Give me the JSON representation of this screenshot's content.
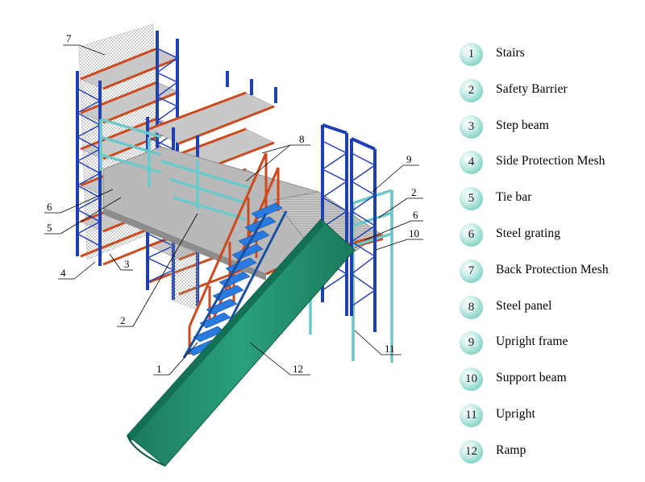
{
  "callouts": {
    "c1": "1",
    "c2a": "2",
    "c2b": "2",
    "c3": "3",
    "c4": "4",
    "c5": "5",
    "c6a": "6",
    "c6b": "6",
    "c7": "7",
    "c8": "8",
    "c9": "9",
    "c10": "10",
    "c11": "11",
    "c12": "12"
  },
  "legend": [
    {
      "num": "1",
      "label": "Stairs"
    },
    {
      "num": "2",
      "label": "Safety Barrier"
    },
    {
      "num": "3",
      "label": "Step beam"
    },
    {
      "num": "4",
      "label": "Side Protection Mesh"
    },
    {
      "num": "5",
      "label": "Tie bar"
    },
    {
      "num": "6",
      "label": "Steel grating"
    },
    {
      "num": "7",
      "label": "Back Protection Mesh"
    },
    {
      "num": "8",
      "label": "Steel panel"
    },
    {
      "num": "9",
      "label": "Upright frame"
    },
    {
      "num": "10",
      "label": "Support beam"
    },
    {
      "num": "11",
      "label": "Upright"
    },
    {
      "num": "12",
      "label": "Ramp"
    }
  ],
  "colors": {
    "upright_blue": "#1f3fb5",
    "beam_orange": "#cc4a1e",
    "barrier_teal": "#6cc9c9",
    "ramp_green": "#1e8a6a",
    "stairs_blue": "#2a7be0",
    "panel_grey": "#b9b9b9"
  }
}
